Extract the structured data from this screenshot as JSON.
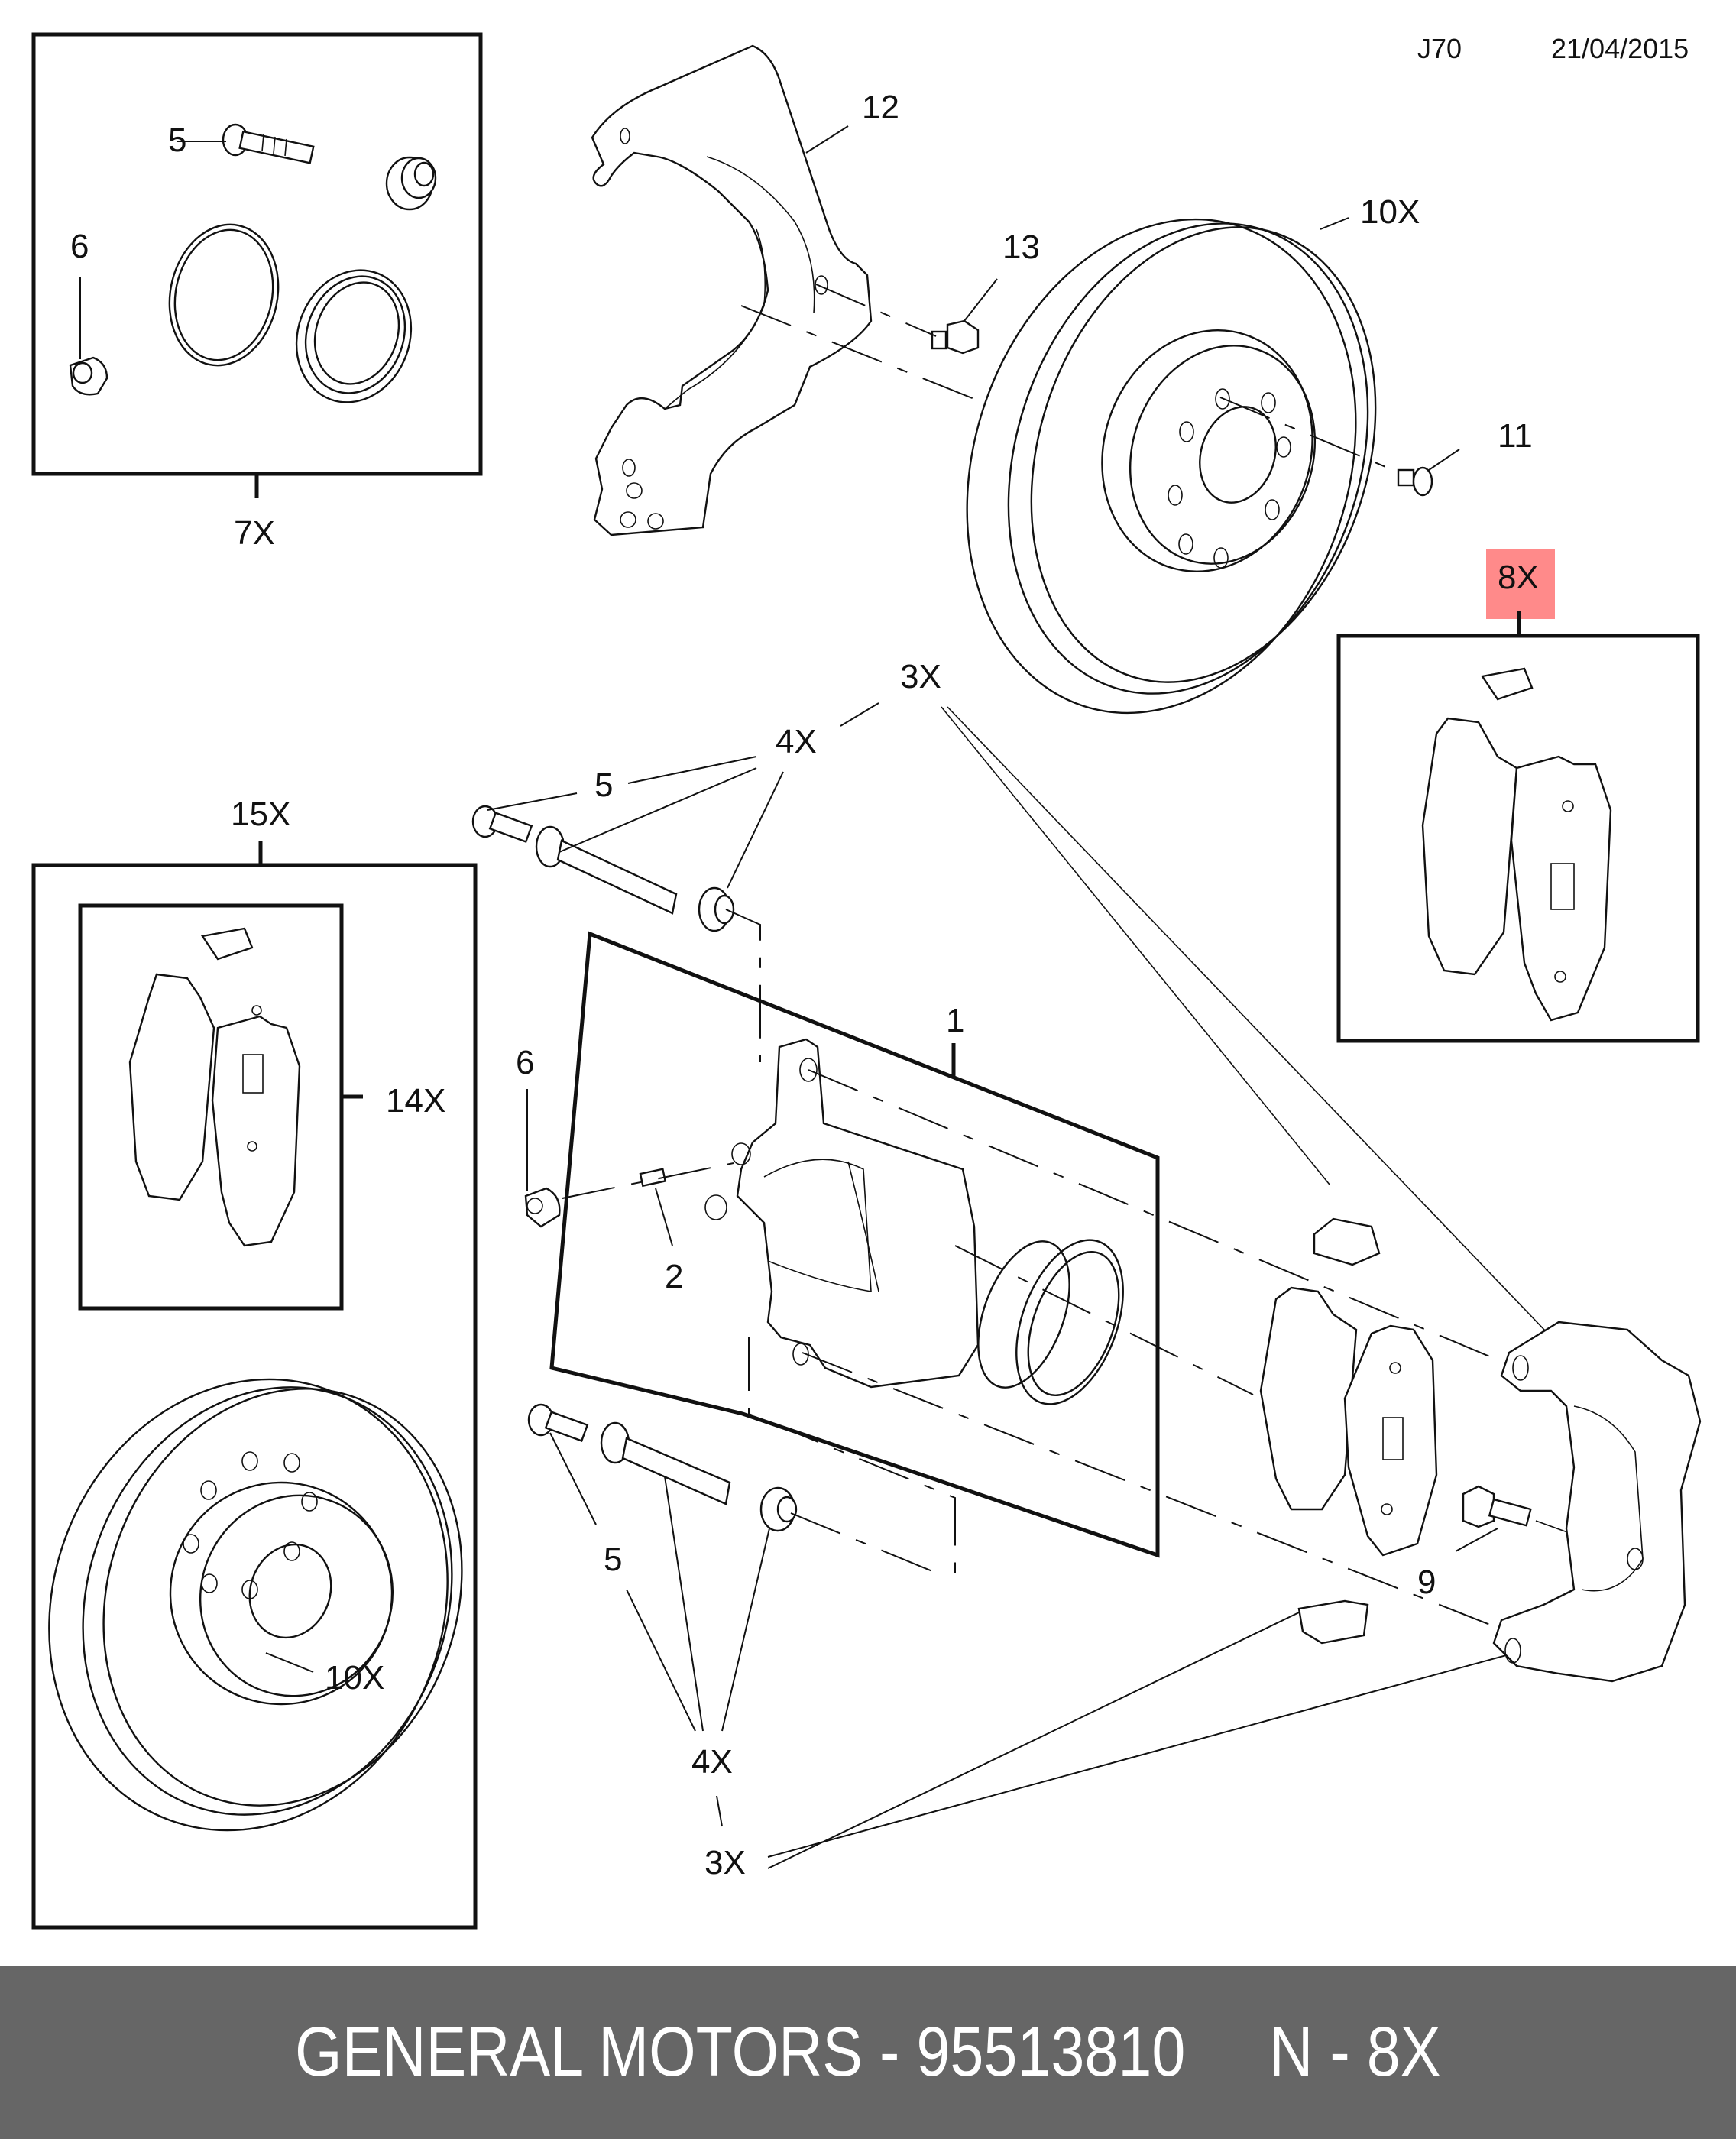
{
  "header": {
    "section_code": "J70",
    "date": "21/04/2015"
  },
  "highlight": {
    "label": "8X",
    "fill_color": "#ff8a8a",
    "text_color": "#8b0000"
  },
  "callouts": {
    "kit_7x": "7X",
    "kit_7x_bolt": "5",
    "kit_7x_cap": "6",
    "shield": "12",
    "shield_bolt": "13",
    "disc_top": "10X",
    "disc_screw": "11",
    "pads_kit": "8X",
    "upper_3x": "3X",
    "upper_4x": "4X",
    "upper_5": "5",
    "kit_15x": "15X",
    "kit_14x": "14X",
    "caliper": "1",
    "bleed_cap": "6",
    "bleed_valve": "2",
    "lower_5": "5",
    "lower_4x": "4X",
    "lower_3x": "3X",
    "carrier_bolt": "9",
    "disc_bottom": "10X"
  },
  "footer": {
    "brand": "GENERAL MOTORS",
    "separator": " - ",
    "part_number": "95513810",
    "gap": "     ",
    "note": "N - 8X",
    "background": "#666666"
  }
}
